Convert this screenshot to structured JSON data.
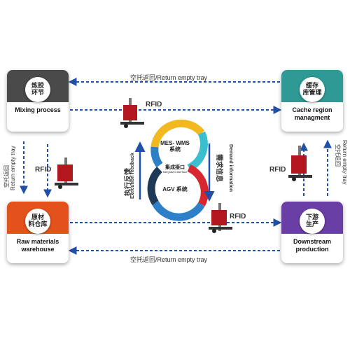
{
  "colors": {
    "arrow": "#1f4fa6",
    "mixing": "#4a4a4a",
    "cache": "#2f9a95",
    "raw": "#e3511d",
    "downstream": "#6a3fa5",
    "ring_yellow": "#f2b81f",
    "ring_cyan": "#3bbfcf",
    "ring_red": "#d8262e",
    "ring_blue": "#2d7fc8",
    "ring_navy": "#1f3a58",
    "forklift_red": "#b3171e"
  },
  "cards": {
    "mixing": {
      "zh": "炼胶\n环节",
      "en": "Mixing process",
      "icon": "gear-icon"
    },
    "cache": {
      "zh": "缓存\n库管理",
      "en": "Cache region\nmanagment",
      "icon": "grid-icon"
    },
    "raw": {
      "zh": "原材\n料仓库",
      "en": "Raw materials\nwarehouse",
      "icon": "box-icon"
    },
    "downstream": {
      "zh": "下游\n生产",
      "en": "Downstream\nproduction",
      "icon": "factory-icon"
    }
  },
  "flows": {
    "return_top": "空托返回/Return empty tray",
    "return_bottom": "空托返回/Return empty tray",
    "return_left_zh": "空托返回",
    "return_left_en": "Return empty tray",
    "return_right_zh": "空托返回",
    "return_right_en": "Return empty tray"
  },
  "rfid": {
    "top": "RFID",
    "left": "RFID",
    "right": "RFID",
    "bottom": "RFID"
  },
  "center": {
    "mes_wms": "MES- WMS\n系统",
    "interface_zh": "集成接口",
    "interface_en": "Integrated interface",
    "agv": "AGV 系统",
    "feedback_zh": "执行反馈",
    "feedback_en": "Execution feedback",
    "demand_zh": "需求信息",
    "demand_en": "Demand information"
  }
}
